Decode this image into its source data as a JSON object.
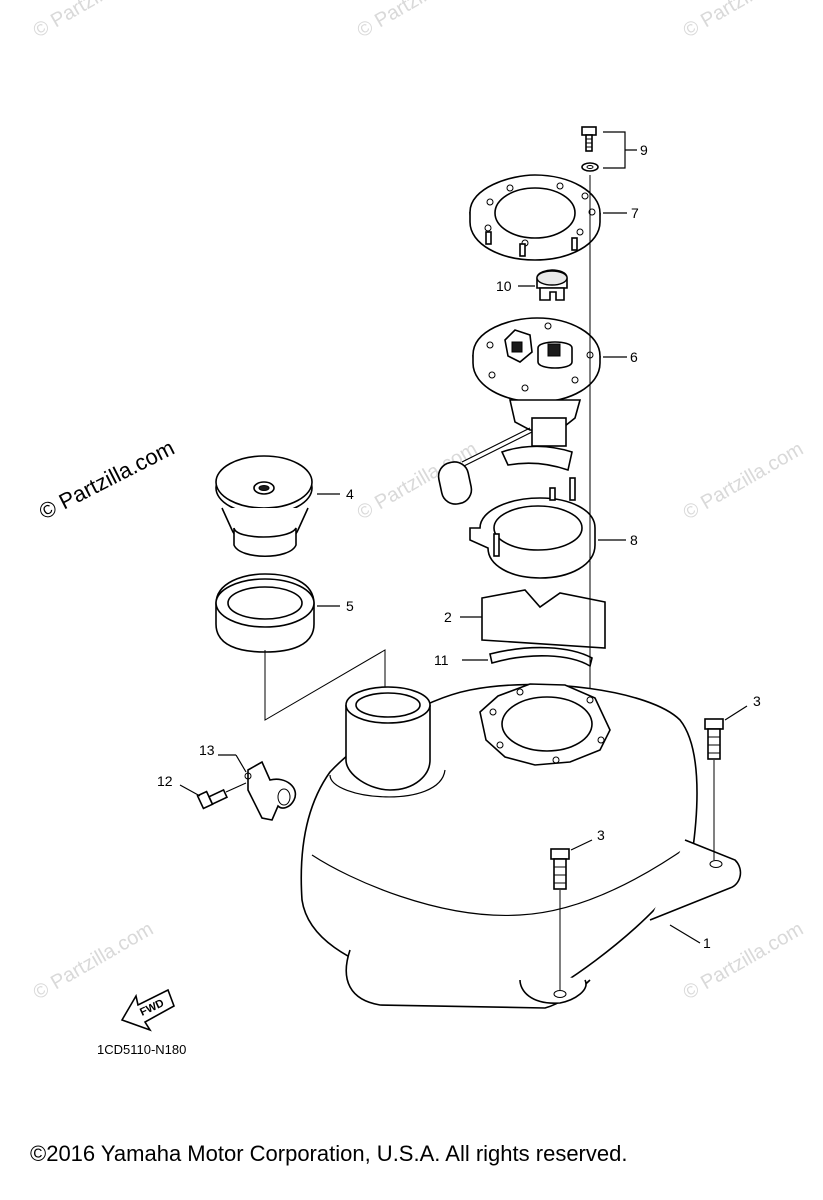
{
  "watermarks": {
    "main": "© Partzilla.com",
    "faint": "© Partzilla.com"
  },
  "callouts": {
    "c1": "1",
    "c2": "2",
    "c3a": "3",
    "c3b": "3",
    "c4": "4",
    "c5": "5",
    "c6": "6",
    "c7": "7",
    "c8": "8",
    "c9": "9",
    "c10": "10",
    "c11": "11",
    "c12": "12",
    "c13": "13"
  },
  "fwd_arrow": {
    "label": "FWD"
  },
  "diagram_code": "1CD5110-N180",
  "copyright": "©2016  Yamaha Motor Corporation, U.S.A. All rights reserved."
}
